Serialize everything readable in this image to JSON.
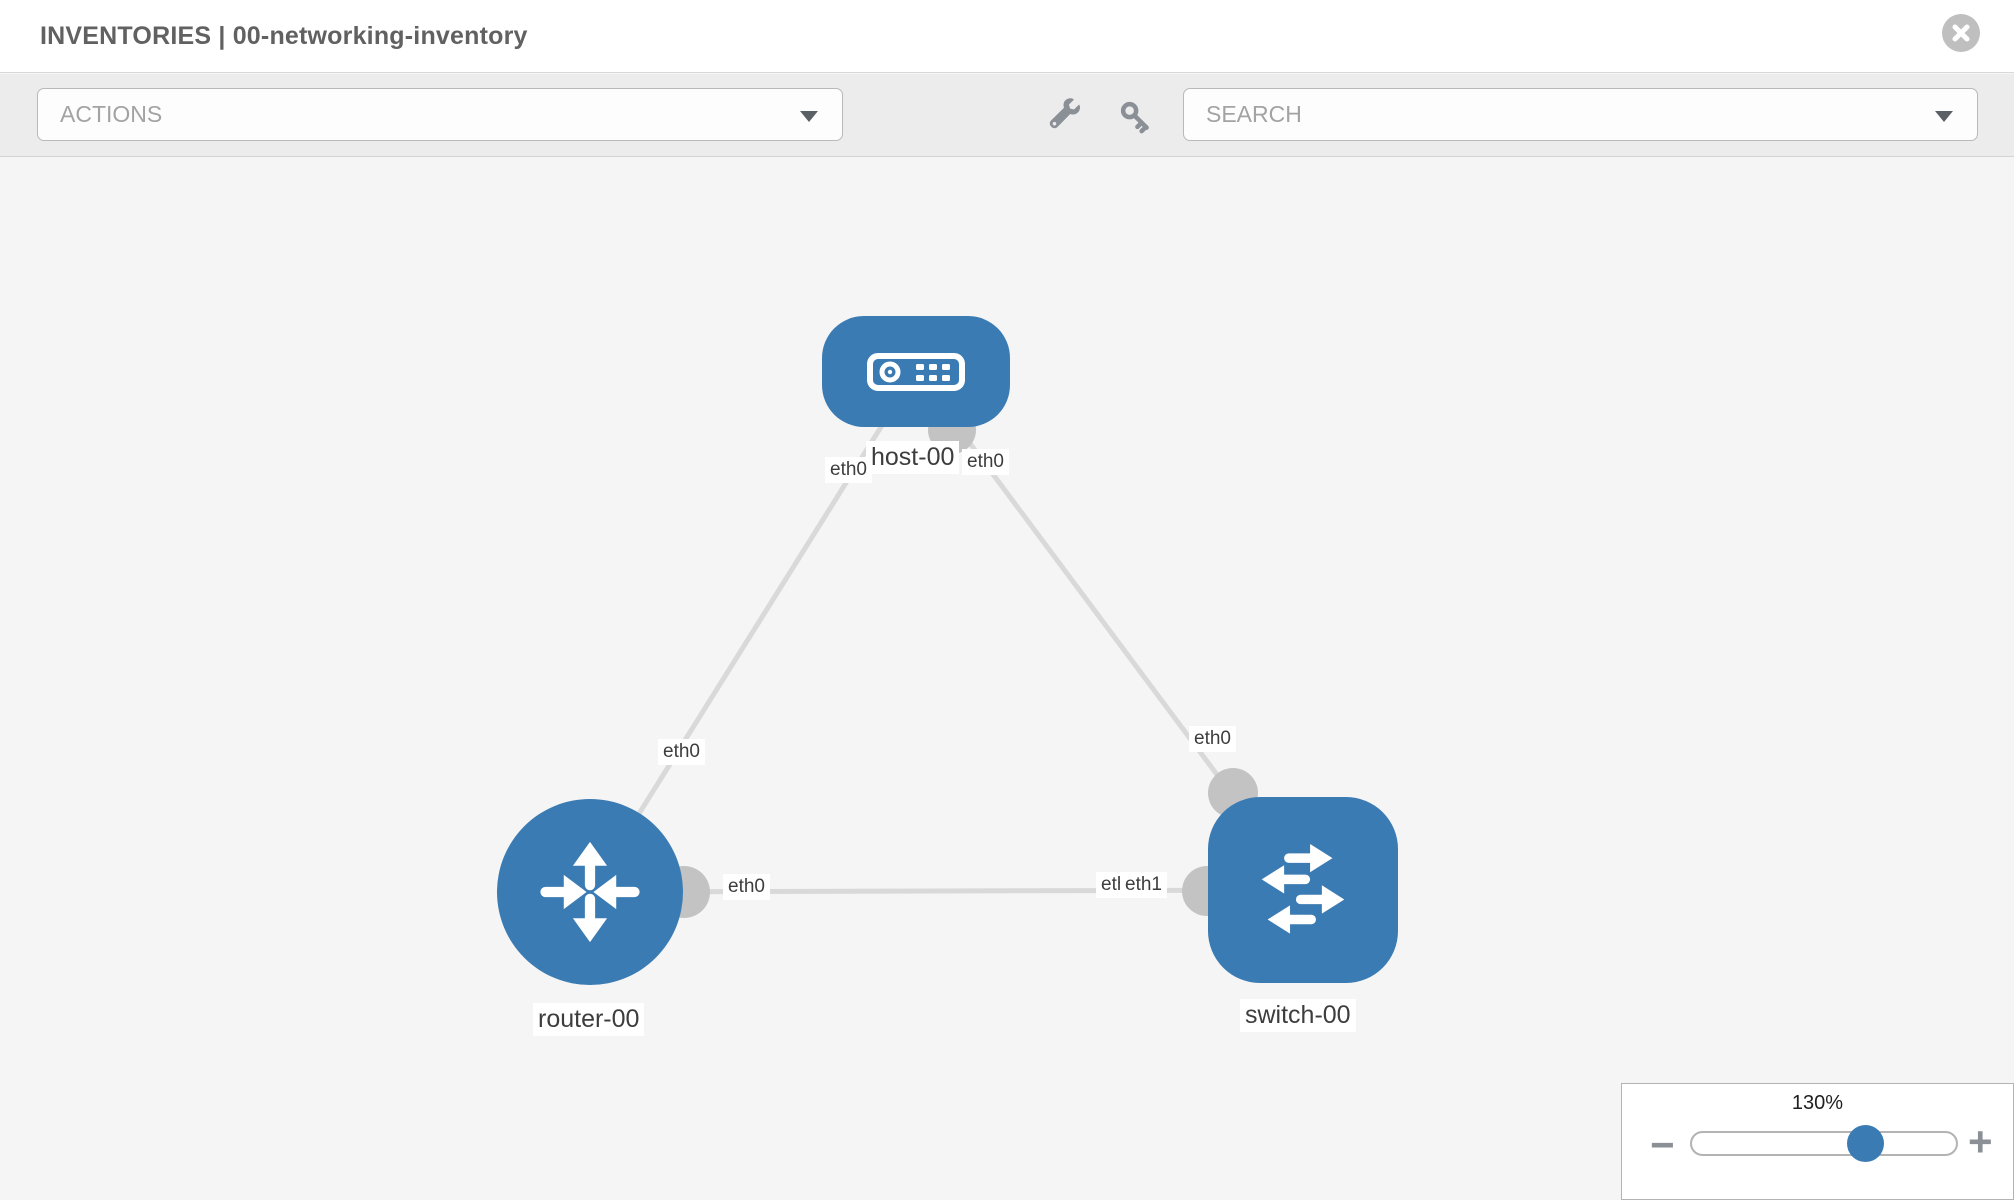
{
  "header": {
    "title": "INVENTORIES | 00-networking-inventory"
  },
  "toolbar": {
    "actions_label": "ACTIONS",
    "search_placeholder": "SEARCH",
    "icons": [
      "wrench-icon",
      "key-icon"
    ]
  },
  "topology": {
    "nodes": [
      {
        "id": "host-00",
        "type": "host",
        "label": "host-00"
      },
      {
        "id": "router-00",
        "type": "router",
        "label": "router-00"
      },
      {
        "id": "switch-00",
        "type": "switch",
        "label": "switch-00"
      }
    ],
    "links": [
      {
        "from": "host-00",
        "to": "router-00",
        "from_if": "eth0",
        "to_if": "eth0"
      },
      {
        "from": "host-00",
        "to": "switch-00",
        "from_if": "eth0",
        "to_if": "eth0"
      },
      {
        "from": "router-00",
        "to": "switch-00",
        "from_if": "eth0",
        "to_if": "eth1"
      }
    ]
  },
  "zoom_control": {
    "level": "130%",
    "minus_label": "−",
    "plus_label": "+"
  },
  "colors": {
    "node_blue": "#3b7bb3",
    "edge_gray": "#d9d9d9",
    "port_gray": "#c3c3c3"
  }
}
